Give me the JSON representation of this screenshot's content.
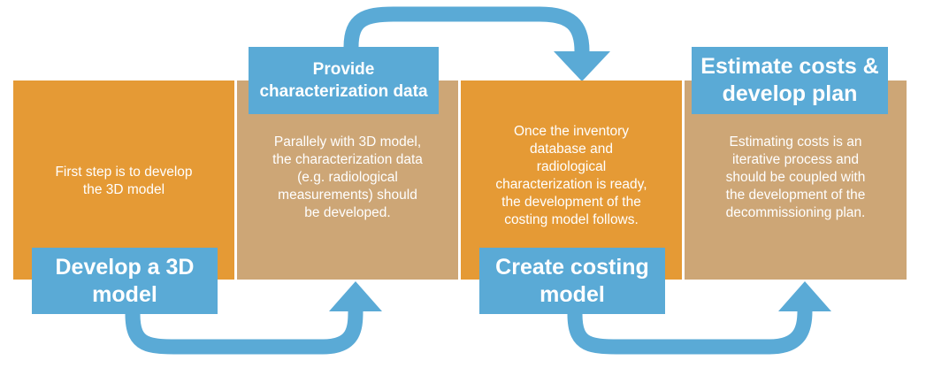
{
  "colors": {
    "orange": "#e59a35",
    "tan": "#cda676",
    "blue": "#5aaad6",
    "text": "#ffffff"
  },
  "steps": [
    {
      "label_lines": [
        "Develop a 3D",
        "model"
      ],
      "body_lines": [
        "First step is to develop",
        "the 3D model"
      ]
    },
    {
      "label_lines": [
        "Provide",
        "characterization data"
      ],
      "body_lines": [
        "Parallely with 3D model,",
        "the characterization data",
        "(e.g. radiological",
        "measurements) should",
        "be developed."
      ]
    },
    {
      "label_lines": [
        "Create costing",
        "model"
      ],
      "body_lines": [
        "Once the inventory",
        "database and",
        "radiological",
        "characterization is ready,",
        "the development of the",
        "costing model follows."
      ]
    },
    {
      "label_lines": [
        "Estimate costs &",
        "develop plan"
      ],
      "body_lines": [
        "Estimating costs is an",
        "iterative process and",
        "should be coupled with",
        "the development of the",
        "decommissioning plan."
      ]
    }
  ]
}
